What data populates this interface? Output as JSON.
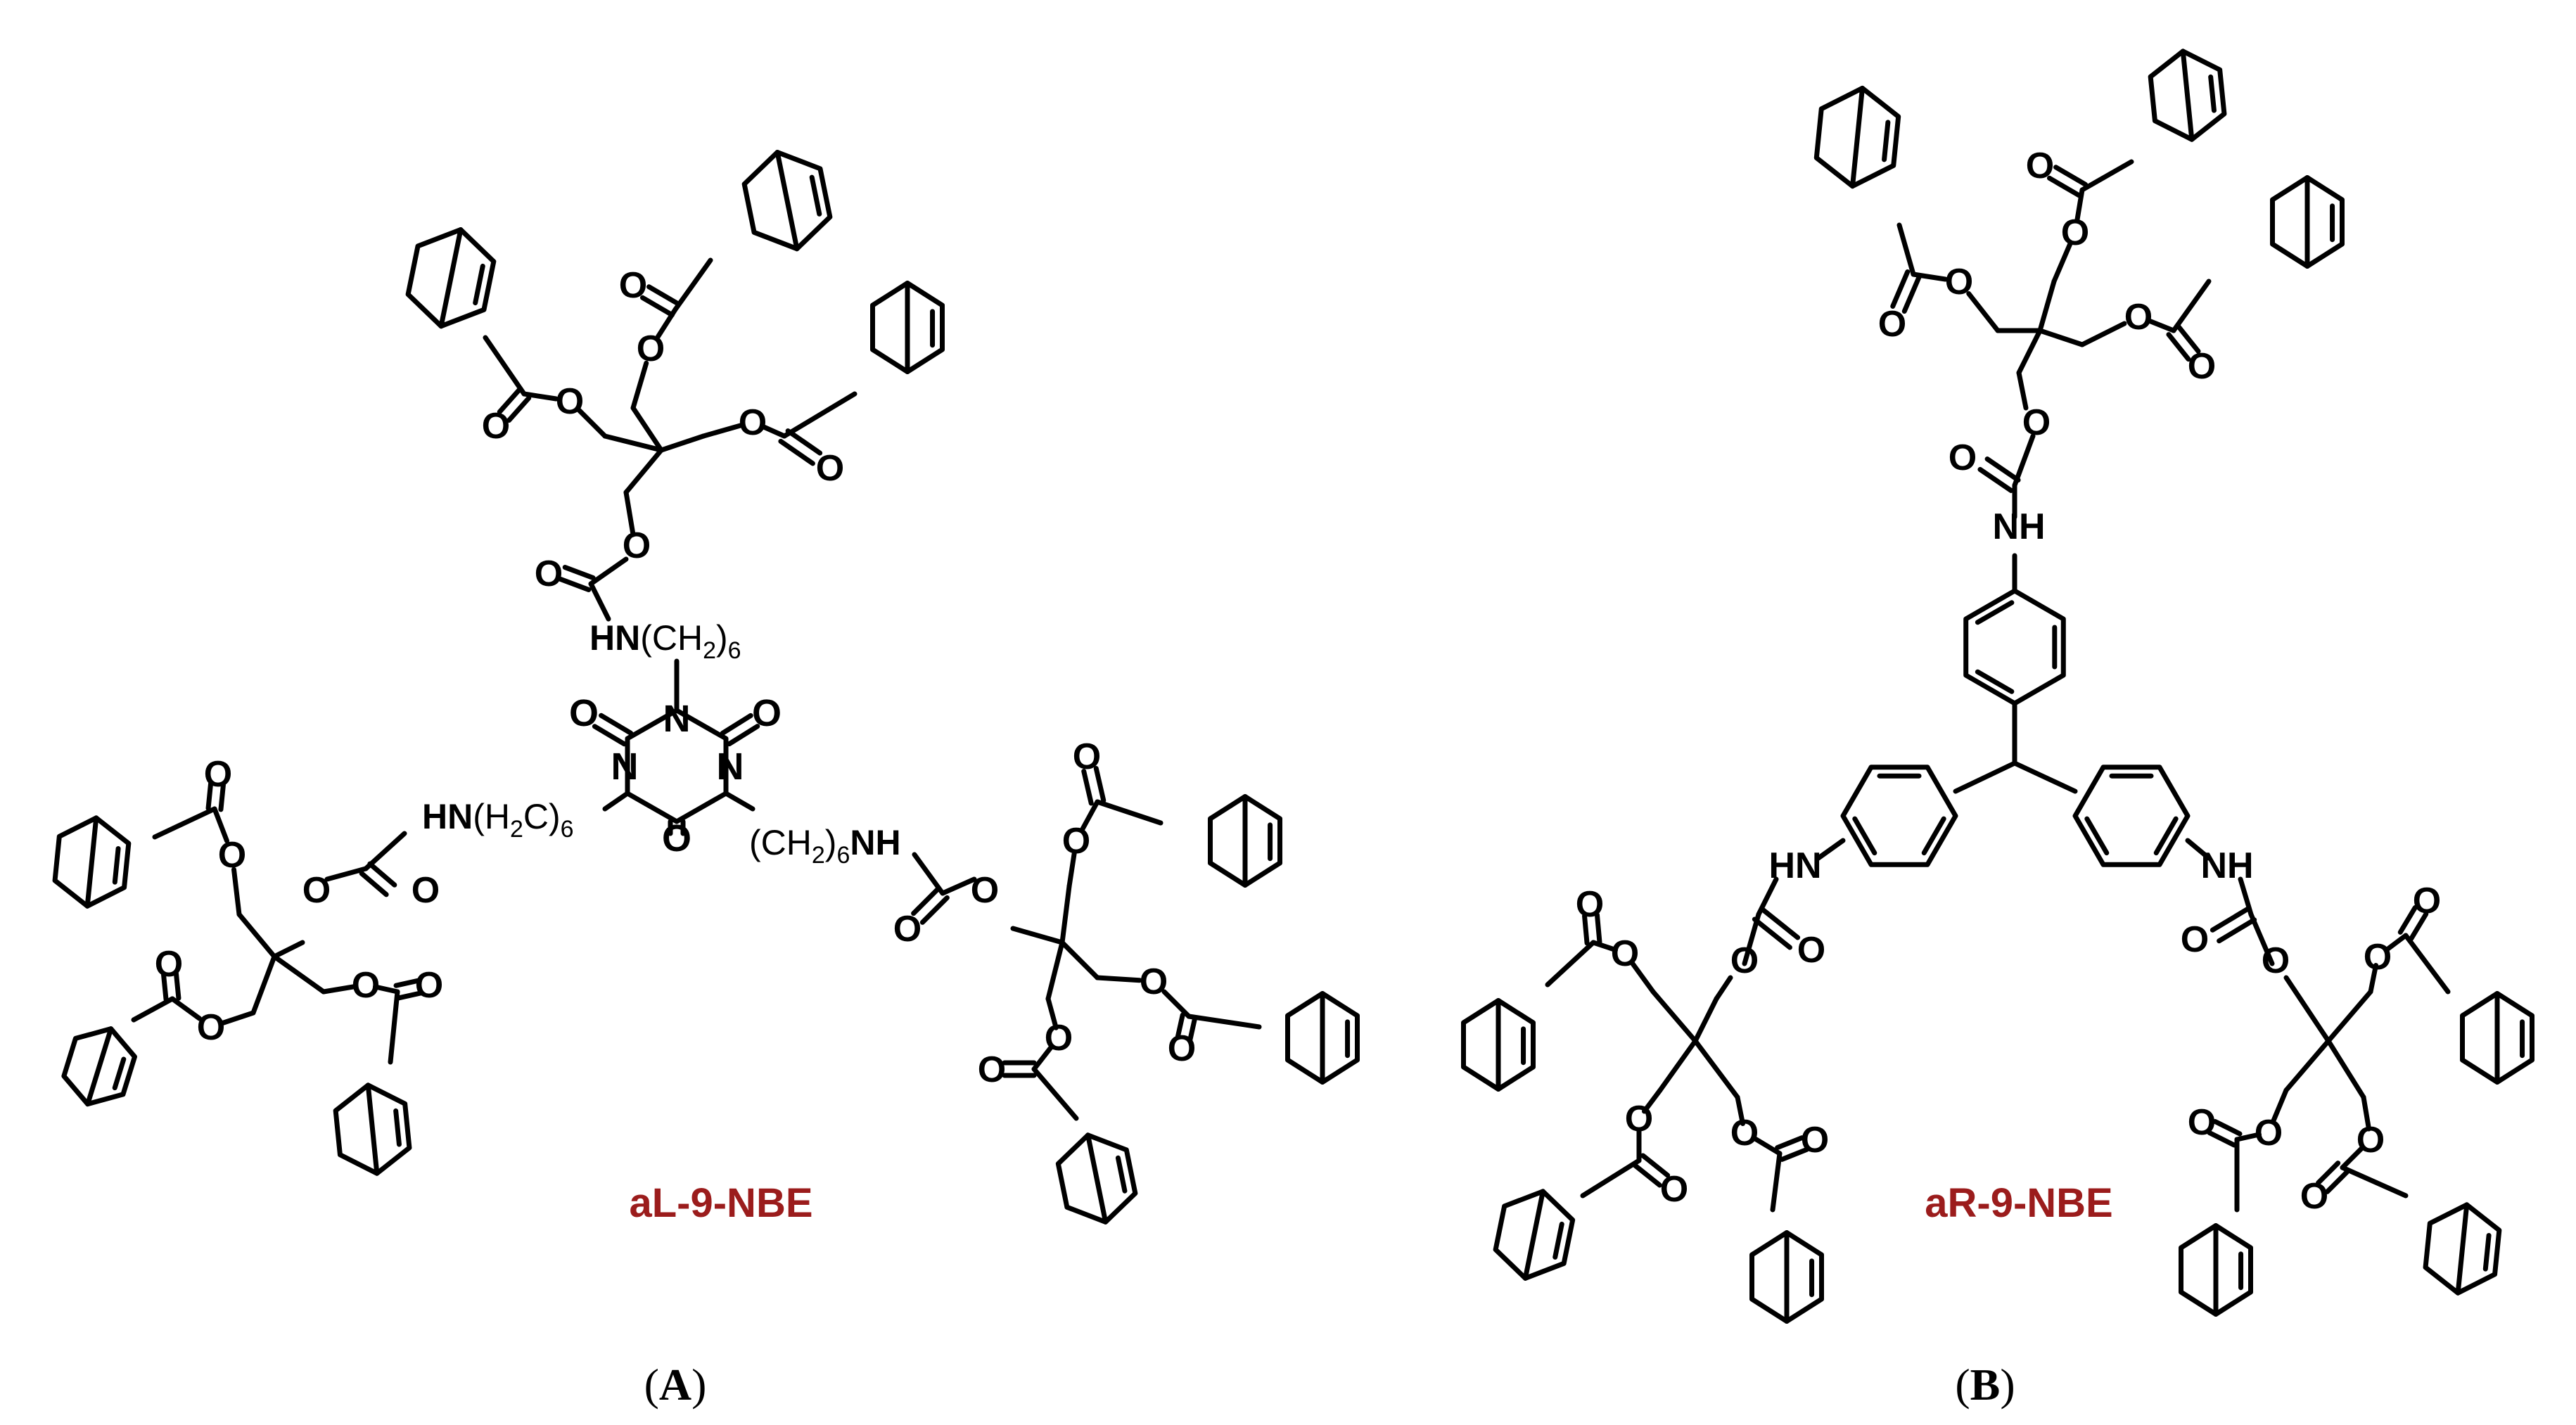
{
  "colors": {
    "bond": "#000000",
    "compound_label": "#9b1c1c",
    "background": "#ffffff"
  },
  "panels": [
    {
      "id": "A",
      "letter": "A",
      "compound": "aL-9-NBE",
      "core_atoms": {
        "N": "N",
        "O": "O",
        "arm_top": {
          "nh": "HN",
          "chain": "(CH",
          "sub2": "2",
          "close": ")",
          "sub6": "6"
        },
        "arm_left": {
          "nh": "HN",
          "chain": "(H",
          "sub2": "2",
          "mid": "C)",
          "sub6": "6"
        },
        "arm_right": {
          "chain": "(CH",
          "sub2": "2",
          "close": ")",
          "sub6": "6",
          "nh": "NH"
        }
      }
    },
    {
      "id": "B",
      "letter": "B",
      "compound": "aR-9-NBE",
      "core_atoms": {
        "nh_top": "NH",
        "nh_left": "HN",
        "nh_right": "NH"
      }
    }
  ],
  "atom_O": "O"
}
